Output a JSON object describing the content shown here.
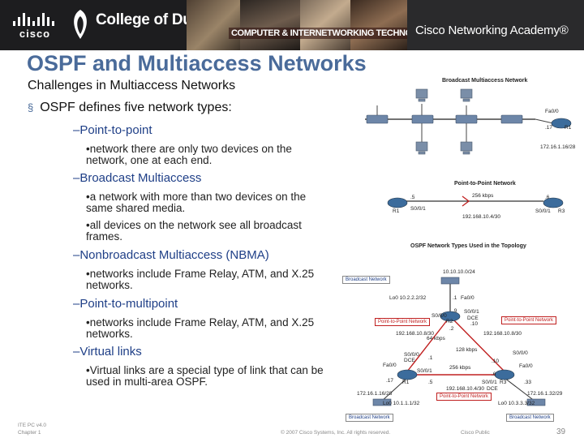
{
  "banner": {
    "cisco_logo": "cisco",
    "college_name": "College of DuPage",
    "program_name": "COMPUTER & INTERNETWORKING TECHNOLOGIES",
    "academy_name": "Cisco Networking Academy®"
  },
  "slide": {
    "title": "OSPF and Multiaccess Networks",
    "subtitle": "Challenges in Multiaccess Networks",
    "bullet_marker": "§",
    "bullet": "OSPF defines five network types:",
    "network_types": [
      {
        "name": "–Point-to-point",
        "details": [
          "•network there are only two devices on the network, one at each end."
        ]
      },
      {
        "name": "–Broadcast Multiaccess",
        "details": [
          "•a network with more than two devices on the same shared media.",
          "•all devices on the network see all broadcast frames."
        ]
      },
      {
        "name": "–Nonbroadcast Multiaccess (NBMA)",
        "details": [
          "•networks include Frame Relay, ATM, and X.25 networks."
        ]
      },
      {
        "name": "–Point-to-multipoint",
        "details": [
          "•networks include Frame Relay, ATM, and X.25 networks."
        ]
      },
      {
        "name": "–Virtual links",
        "details": [
          "•Virtual links are a special type of link that can be used in multi-area OSPF."
        ]
      }
    ]
  },
  "diagram": {
    "broadcast_title": "Broadcast Multiaccess Network",
    "bma_iface": "Fa0/0",
    "bma_host": ".17",
    "bma_router": "R1",
    "bma_subnet": "172.16.1.16/28",
    "p2p_title": "Point-to-Point Network",
    "p2p_left_host": ".5",
    "p2p_right_host": ".6",
    "p2p_bw": "256 kbps",
    "p2p_left_router": "R1",
    "p2p_right_router": "R3",
    "p2p_left_iface": "S0/0/1",
    "p2p_right_iface": "S0/0/1",
    "p2p_subnet": "192.168.10.4/30",
    "topo_title": "OSPF Network Types Used in the Topology",
    "broadcast_network_label": "Broadcast Network",
    "p2p_network_label": "Point-to-Point Network",
    "topo_labels": {
      "top_subnet": "10.10.10.0/24",
      "r2_lo": "Lo0 10.2.2.2/32",
      "r2_host": ".1",
      "r2_fa": "Fa0/0",
      "r2_s000": "S0/0/0",
      "r2_s001": "S0/0/1",
      "r2_dce": "DCE",
      "r2_name": "R2",
      "r2_left_host": ".9",
      "r2_right_host": ".10",
      "left_link": "192.168.10.8/30",
      "right_link": "192.168.10.8/30",
      "left_bw": "64 kbps",
      "center_host_top": ".2",
      "center_bw": "128 kbps",
      "r1_s000": "S0/0/0",
      "r1_dce": "DCE",
      "r1_host_left": ".1",
      "r1_fa": "Fa0/0",
      "r1_host_fa": ".17",
      "r1_name": "R1",
      "r1_s001": "S0/0/1",
      "r1_host_s": ".5",
      "center_bw2": "256 kbps",
      "r3_name": "R3",
      "r3_s001": "S0/0/1",
      "r3_dce": "DCE",
      "r3_host_s": ".6",
      "r3_s000": "S0/0/0",
      "r3_fa": "Fa0/0",
      "r3_host_fa": ".33",
      "r3_host_left": ".10",
      "bottom_link": "192.168.10.4/30",
      "r1_lan": "172.16.1.16/28",
      "r3_lan": "172.16.1.32/29",
      "r1_lo": "Lo0 10.1.1.1/32",
      "r3_lo": "Lo0 10.3.3.3/32"
    }
  },
  "footer": {
    "course": "ITE PC v4.0",
    "chapter": "Chapter 1",
    "copyright": "© 2007 Cisco Systems, Inc. All rights reserved.",
    "classification": "Cisco Public",
    "page": "39"
  },
  "colors": {
    "title": "#4a6b9a",
    "type_heading": "#1f3f87",
    "banner_bg": "#1d1d1f",
    "red_link": "#c02020"
  }
}
